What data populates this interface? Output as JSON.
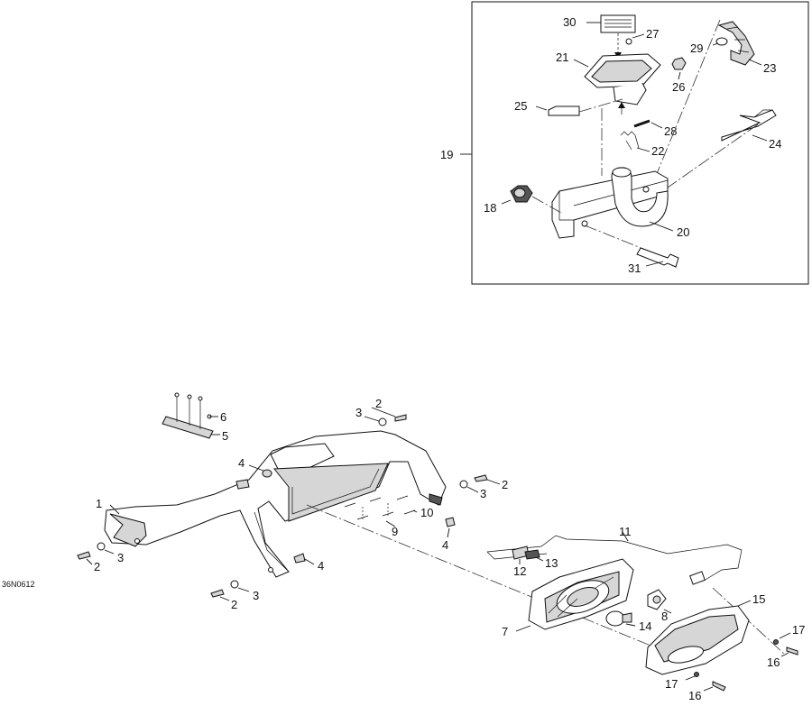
{
  "drawing_code": "36N0612",
  "inset_label": "19",
  "callouts": {
    "c1": "1",
    "c2a": "2",
    "c2b": "2",
    "c2c": "2",
    "c2d": "2",
    "c3a": "3",
    "c3b": "3",
    "c3c": "3",
    "c3d": "3",
    "c4a": "4",
    "c4b": "4",
    "c4c": "4",
    "c5": "5",
    "c6": "6",
    "c7": "7",
    "c8": "8",
    "c9": "9",
    "c10": "10",
    "c11": "11",
    "c12": "12",
    "c13": "13",
    "c14": "14",
    "c15": "15",
    "c16a": "16",
    "c16b": "16",
    "c17a": "17",
    "c17b": "17",
    "c18": "18",
    "c20": "20",
    "c21": "21",
    "c22": "22",
    "c23": "23",
    "c24": "24",
    "c25": "25",
    "c26": "26",
    "c27": "27",
    "c28": "28",
    "c29": "29",
    "c30": "30",
    "c31": "31"
  }
}
